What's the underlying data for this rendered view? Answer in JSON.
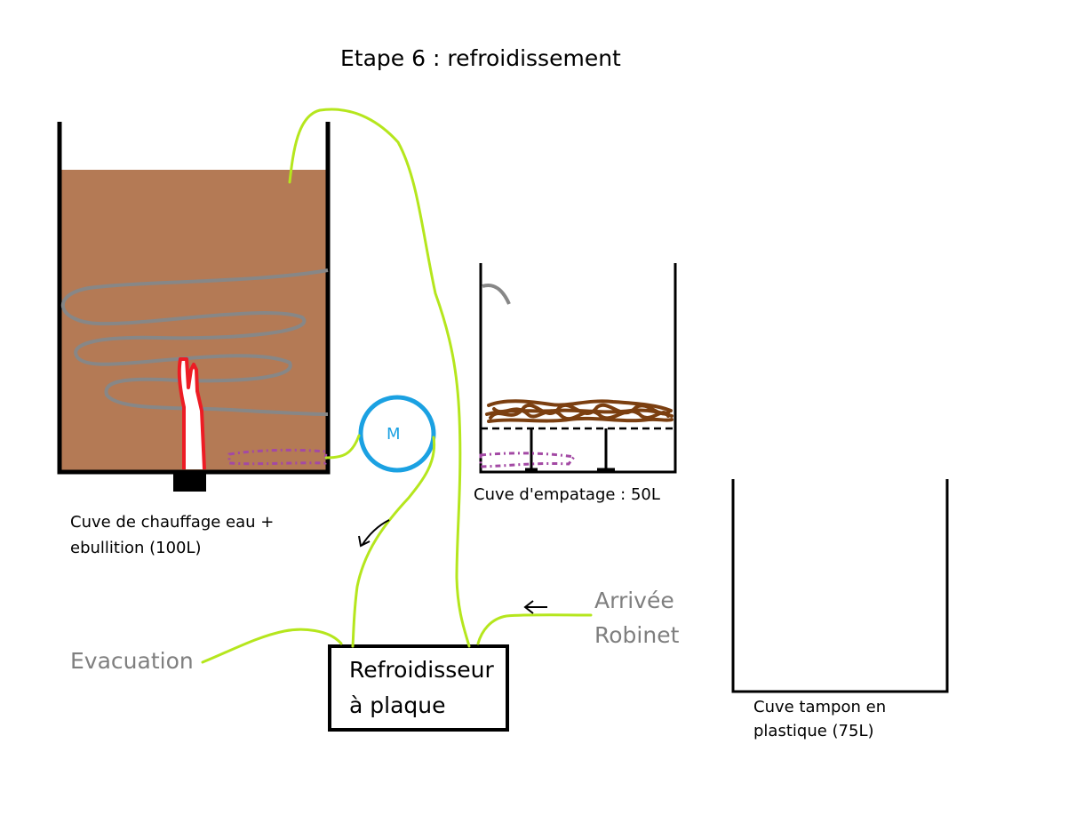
{
  "title": "Etape 6 : refroidissement",
  "tanks": {
    "heating": {
      "line1": "Cuve de chauffage eau +",
      "line2": "ebullition (100L)"
    },
    "mash": {
      "label": "Cuve d'empatage : 50L"
    },
    "buffer": {
      "line1": "Cuve tampon en",
      "line2": "plastique (75L)"
    }
  },
  "pump": {
    "label": "M"
  },
  "cooler": {
    "line1": "Refroidisseur",
    "line2": "à plaque"
  },
  "flows": {
    "outlet": "Evacuation",
    "inlet_line1": "Arrivée",
    "inlet_line2": "Robinet"
  },
  "colors": {
    "liquid": "#b47a55",
    "coil": "#878787",
    "hose": "#b5e61d",
    "pump": "#1ba1e2",
    "heater": "#ed1c24",
    "grain": "#7b3f10",
    "drain_pipe": "#a349a4",
    "grey_text": "#7f7f7f"
  }
}
